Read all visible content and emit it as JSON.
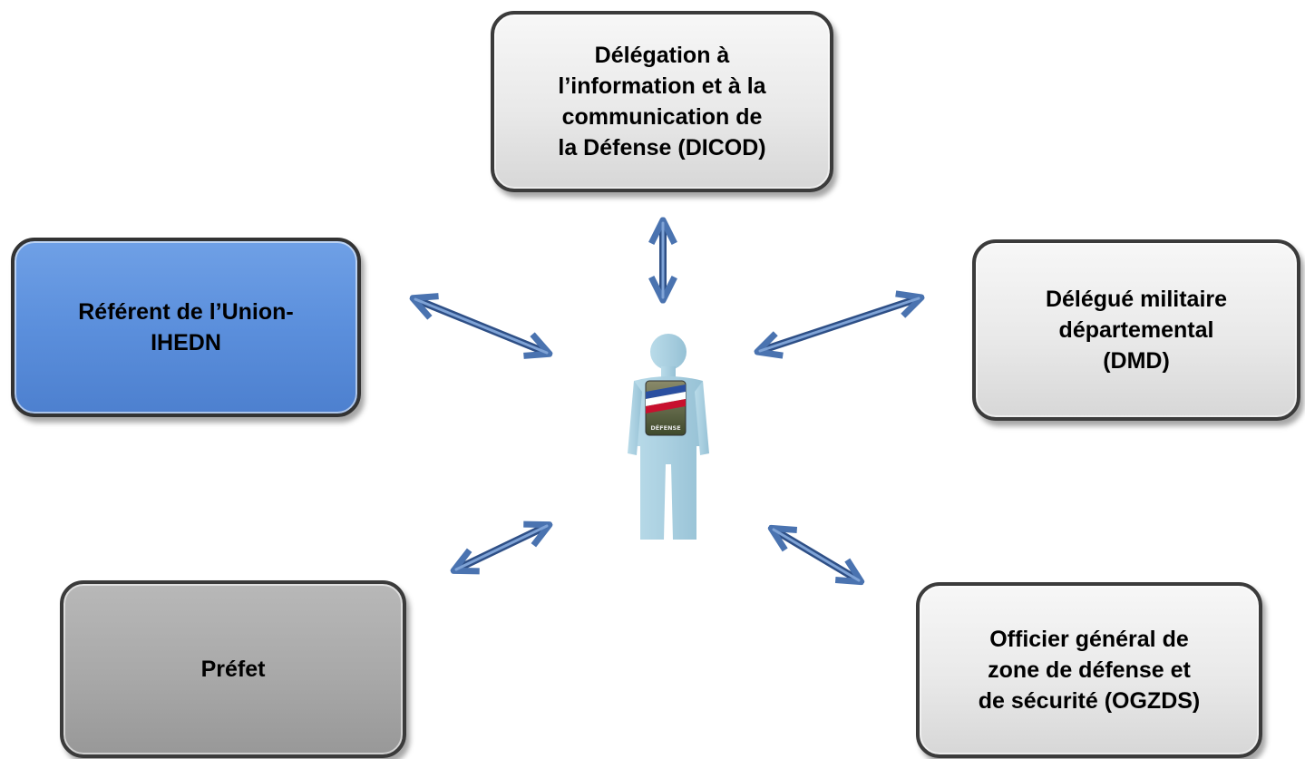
{
  "diagram": {
    "nodes": {
      "dicod": [
        "Délégation à",
        "l’information et à la",
        "communication de",
        "la Défense (DICOD)"
      ],
      "referent": [
        "Référent de l’Union-",
        "IHEDN"
      ],
      "dmd": [
        "Délégué militaire",
        "départemental",
        "(DMD)"
      ],
      "prefet": [
        "Préfet"
      ],
      "ogzds": [
        "Officier général de",
        "zone de défense et",
        "de sécurité (OGZDS)"
      ]
    },
    "center": {
      "badge_text": "DÉFENSE"
    },
    "colors": {
      "arrow": "#4a73b0",
      "arrow_outline": "#2e4f86",
      "person": "#a9cfe0",
      "referent_fill": "#5b8fdc",
      "prefet_fill": "#a8a8a8",
      "light_fill": "#e9e9e9"
    }
  }
}
